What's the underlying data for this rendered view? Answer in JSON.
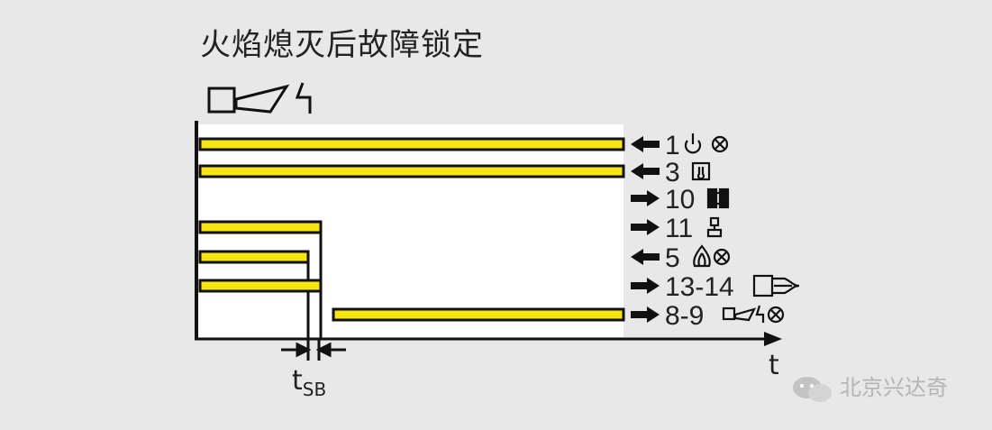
{
  "title": "火焰熄灭后故障锁定",
  "axis_label": "t",
  "tsb_label": {
    "main": "t",
    "sub": "SB"
  },
  "watermark": "北京兴达奇",
  "terminals": [
    {
      "id": "1",
      "direction": "in",
      "icons": [
        "power-icon",
        "lamp-icon"
      ],
      "bar": "full"
    },
    {
      "id": "3",
      "direction": "in",
      "icons": [
        "thermostat-icon"
      ],
      "bar": "full"
    },
    {
      "id": "10",
      "direction": "out",
      "icons": [
        "motor-icon"
      ],
      "bar": "none"
    },
    {
      "id": "11",
      "direction": "out",
      "icons": [
        "valve-icon"
      ],
      "bar": "short"
    },
    {
      "id": "5",
      "direction": "in",
      "icons": [
        "flame-icon",
        "lamp-icon"
      ],
      "bar": "shorter"
    },
    {
      "id": "13-14",
      "direction": "out",
      "icons": [
        "flame-sensor-icon"
      ],
      "bar": "short"
    },
    {
      "id": "8-9",
      "direction": "out",
      "icons": [
        "ignition-icon",
        "lamp-icon"
      ],
      "bar": "late"
    }
  ],
  "colors": {
    "bar_fill": "#f7e413",
    "bar_stroke": "#111111",
    "bg": "#e8e8e8",
    "plot_bg": "#ffffff"
  }
}
